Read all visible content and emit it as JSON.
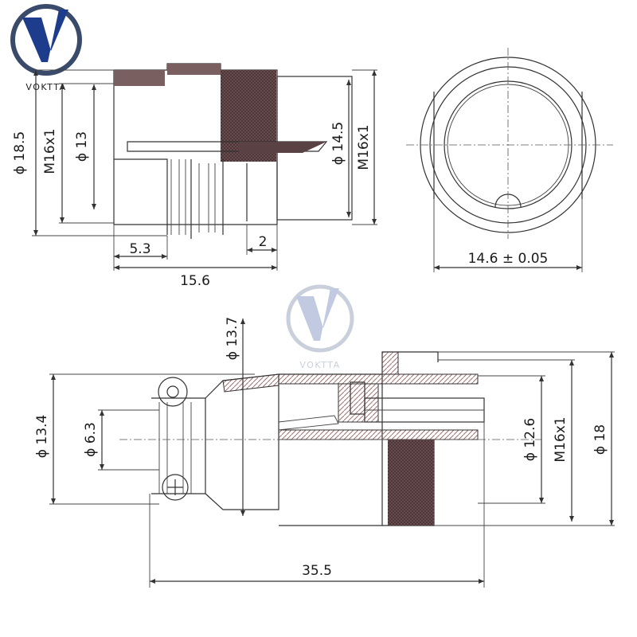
{
  "brand": {
    "name": "VOKTTA",
    "logo_color": "#1e3c8c",
    "logo_ring_color": "#3a4a6a"
  },
  "colors": {
    "body_fill": "#7a5f60",
    "line": "#333333",
    "hatch": "#b08080"
  },
  "top_side_view": {
    "dims": {
      "d18_5": "ϕ 18.5",
      "m16x1_left": "M16x1",
      "d13": "ϕ 13",
      "d14_5": "ϕ 14.5",
      "m16x1_right": "M16x1",
      "len5_3": "5.3",
      "len2": "2",
      "len15_6": "15.6"
    }
  },
  "front_view": {
    "dims": {
      "d14_6": "14.6 ± 0.05"
    }
  },
  "bottom_view": {
    "dims": {
      "d13_7": "ϕ 13.7",
      "d13_4": "ϕ 13.4",
      "d6_3": "ϕ 6.3",
      "d12_6": "ϕ 12.6",
      "m16x1": "M16x1",
      "d18": "ϕ 18",
      "len35_5": "35.5"
    }
  }
}
